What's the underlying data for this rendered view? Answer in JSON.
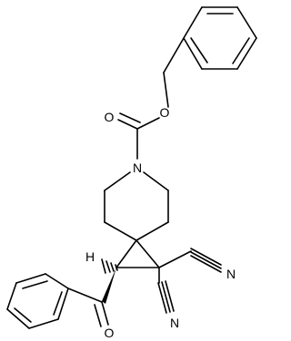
{
  "molecule": {
    "atoms": {
      "carbonyl_o": "O",
      "ester_o": "O",
      "nitrogen": "N",
      "hydrogen": "H",
      "ketone_o": "O",
      "nitrile_n1": "N",
      "nitrile_n2": "N"
    },
    "colors": {
      "bond": "#000000",
      "background": "#ffffff"
    }
  }
}
